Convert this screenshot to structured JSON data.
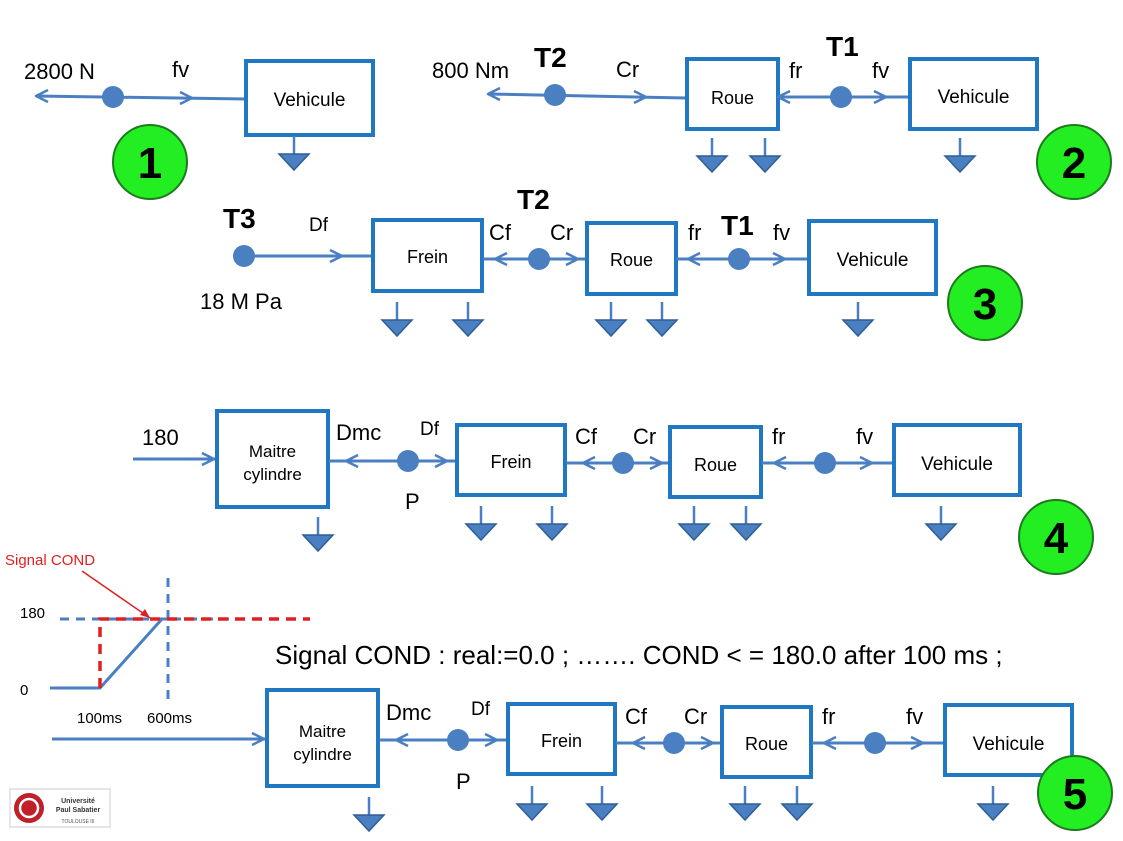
{
  "colors": {
    "box_stroke": "#1f78c1",
    "wire": "#4a7fc1",
    "badge_fill": "#22ee22",
    "signal_red": "#e02020",
    "text": "#000000"
  },
  "diagram1": {
    "force": "2800 N",
    "fv": "fv",
    "vehicule": "Vehicule",
    "number": "1"
  },
  "diagram2": {
    "torque": "800 Nm",
    "t2": "T2",
    "cr": "Cr",
    "roue": "Roue",
    "fr": "fr",
    "t1": "T1",
    "fv": "fv",
    "vehicule": "Vehicule",
    "number": "2"
  },
  "diagram3": {
    "t3": "T3",
    "df": "Df",
    "pressure": "18 M Pa",
    "frein": "Frein",
    "cf": "Cf",
    "t2": "T2",
    "cr": "Cr",
    "roue": "Roue",
    "fr": "fr",
    "t1": "T1",
    "fv": "fv",
    "vehicule": "Vehicule",
    "number": "3"
  },
  "diagram4": {
    "input": "180",
    "maitre_line1": "Maitre",
    "maitre_line2": "cylindre",
    "dmc": "Dmc",
    "df": "Df",
    "p": "P",
    "frein": "Frein",
    "cf": "Cf",
    "cr": "Cr",
    "roue": "Roue",
    "fr": "fr",
    "fv": "fv",
    "vehicule": "Vehicule",
    "number": "4"
  },
  "signal": {
    "label": "Signal COND",
    "y_180": "180",
    "y_0": "0",
    "x_100": "100ms",
    "x_600": "600ms"
  },
  "signal_decl": "Signal COND : real:=0.0 ;  …….   COND < = 180.0 after 100 ms ;",
  "diagram5": {
    "maitre_line1": "Maitre",
    "maitre_line2": "cylindre",
    "dmc": "Dmc",
    "df": "Df",
    "p": "P",
    "frein": "Frein",
    "cf": "Cf",
    "cr": "Cr",
    "roue": "Roue",
    "fr": "fr",
    "fv": "fv",
    "vehicule": "Vehicule",
    "number": "5"
  },
  "logo": {
    "line1": "Université",
    "line2": "Paul Sabatier",
    "line3": "TOULOUSE III"
  }
}
